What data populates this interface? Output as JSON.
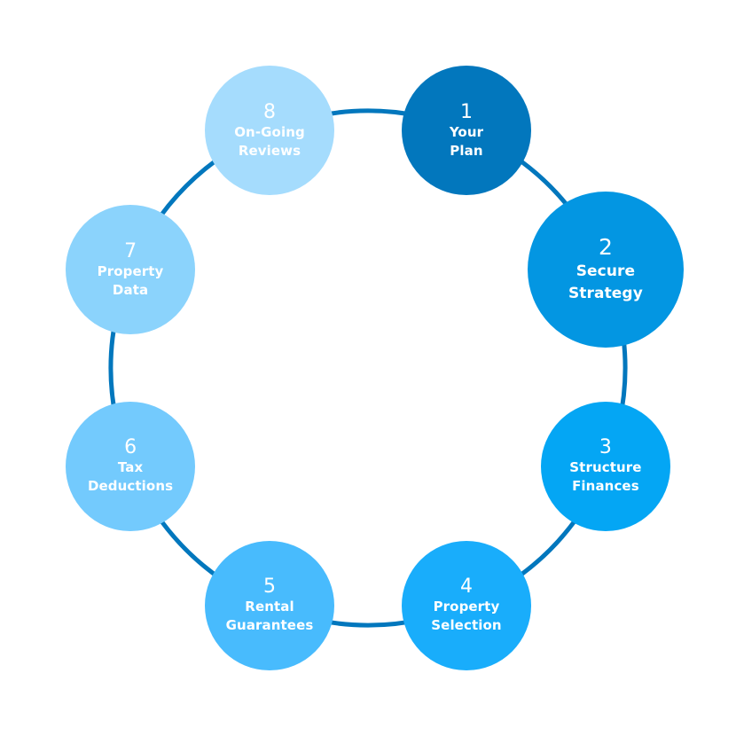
{
  "diagram": {
    "type": "cycle",
    "connector_color": "#0277BD",
    "steps": [
      {
        "number": "1",
        "line1": "Your",
        "line2": "Plan",
        "color": "#0277BD"
      },
      {
        "number": "2",
        "line1": "Secure",
        "line2": "Strategy",
        "color": "#0396E2"
      },
      {
        "number": "3",
        "line1": "Structure",
        "line2": "Finances",
        "color": "#04A6F4"
      },
      {
        "number": "4",
        "line1": "Property",
        "line2": "Selection",
        "color": "#19ADFB"
      },
      {
        "number": "5",
        "line1": "Rental",
        "line2": "Guarantees",
        "color": "#48BBFD"
      },
      {
        "number": "6",
        "line1": "Tax",
        "line2": "Deductions",
        "color": "#73CAFD"
      },
      {
        "number": "7",
        "line1": "Property",
        "line2": "Data",
        "color": "#8BD3FC"
      },
      {
        "number": "8",
        "line1": "On-Going",
        "line2": "Reviews",
        "color": "#A5DCFD"
      }
    ]
  }
}
